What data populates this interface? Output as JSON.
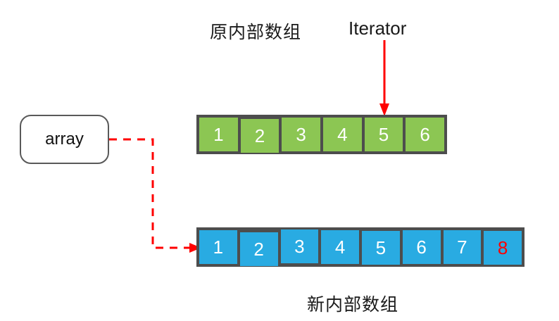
{
  "diagram": {
    "title_old_array": "原内部数组",
    "title_new_array": "新内部数组",
    "iterator_label": "Iterator",
    "variable_box_label": "array",
    "colors": {
      "green_cell": "#8cc653",
      "blue_cell": "#29abe2",
      "array_border": "#4d4d4d",
      "pointer_red": "#ff0000",
      "box_border": "#595959",
      "cell_text": "#ffffff",
      "accent_text": "#ff0000"
    },
    "old_array": {
      "name": "原内部数组",
      "fill": "#8cc653",
      "length": 6,
      "cells": [
        {
          "value": "1",
          "accent": false
        },
        {
          "value": "2",
          "accent": false
        },
        {
          "value": "3",
          "accent": false
        },
        {
          "value": "4",
          "accent": false
        },
        {
          "value": "5",
          "accent": false
        },
        {
          "value": "6",
          "accent": false
        }
      ],
      "iterator_index": 4
    },
    "new_array": {
      "name": "新内部数组",
      "fill": "#29abe2",
      "length": 8,
      "cells": [
        {
          "value": "1",
          "accent": false
        },
        {
          "value": "2",
          "accent": false
        },
        {
          "value": "3",
          "accent": false
        },
        {
          "value": "4",
          "accent": false
        },
        {
          "value": "5",
          "accent": false
        },
        {
          "value": "6",
          "accent": false
        },
        {
          "value": "7",
          "accent": false
        },
        {
          "value": "8",
          "accent": true
        }
      ]
    },
    "connector": {
      "from": "array",
      "to": "新内部数组",
      "style": "dashed",
      "color": "#ff0000"
    }
  }
}
